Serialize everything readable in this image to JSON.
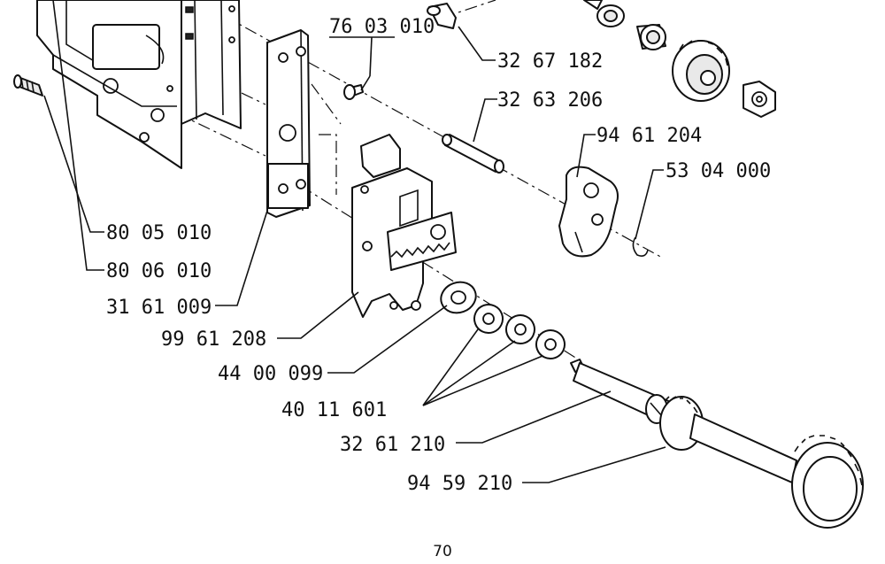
{
  "diagram": {
    "page_number": "70",
    "part_labels": {
      "p_76_03_010": "76 03 010",
      "p_32_67_182": "32 67 182",
      "p_32_63_206": "32 63 206",
      "p_94_61_204": "94 61 204",
      "p_53_04_000": "53 04 000",
      "p_80_05_010": "80 05 010",
      "p_80_06_010": "80 06 010",
      "p_31_61_009": "31 61 009",
      "p_99_61_208": "99 61 208",
      "p_44_00_099": "44 00 099",
      "p_40_11_601": "40 11 601",
      "p_32_61_210": "32 61 210",
      "p_94_59_210": "94 59 210"
    }
  }
}
